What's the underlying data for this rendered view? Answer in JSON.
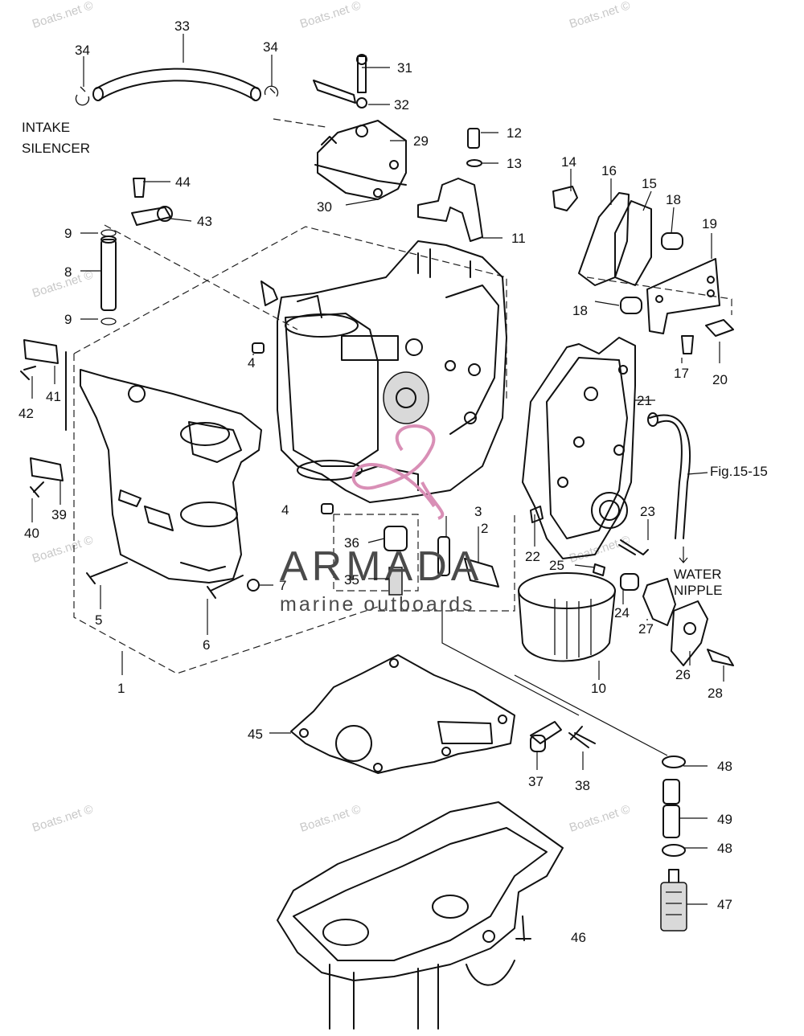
{
  "watermark": "Boats.net ©",
  "logo": {
    "brand": "ARMADA",
    "tagline": "marine outboards",
    "accent_color": "#d98fb6"
  },
  "notes": {
    "intake_line1": "INTAKE",
    "intake_line2": "SILENCER",
    "fig_ref": "Fig.15-15",
    "water_line1": "WATER",
    "water_line2": "NIPPLE"
  },
  "callouts": [
    "1",
    "2",
    "3",
    "4",
    "4",
    "5",
    "6",
    "7",
    "8",
    "9",
    "9",
    "10",
    "11",
    "12",
    "13",
    "14",
    "15",
    "16",
    "17",
    "18",
    "18",
    "19",
    "20",
    "21",
    "22",
    "23",
    "24",
    "25",
    "26",
    "27",
    "28",
    "29",
    "30",
    "31",
    "32",
    "33",
    "34",
    "34",
    "35",
    "36",
    "37",
    "38",
    "39",
    "40",
    "41",
    "42",
    "43",
    "44",
    "45",
    "46",
    "47",
    "48",
    "48",
    "49"
  ]
}
